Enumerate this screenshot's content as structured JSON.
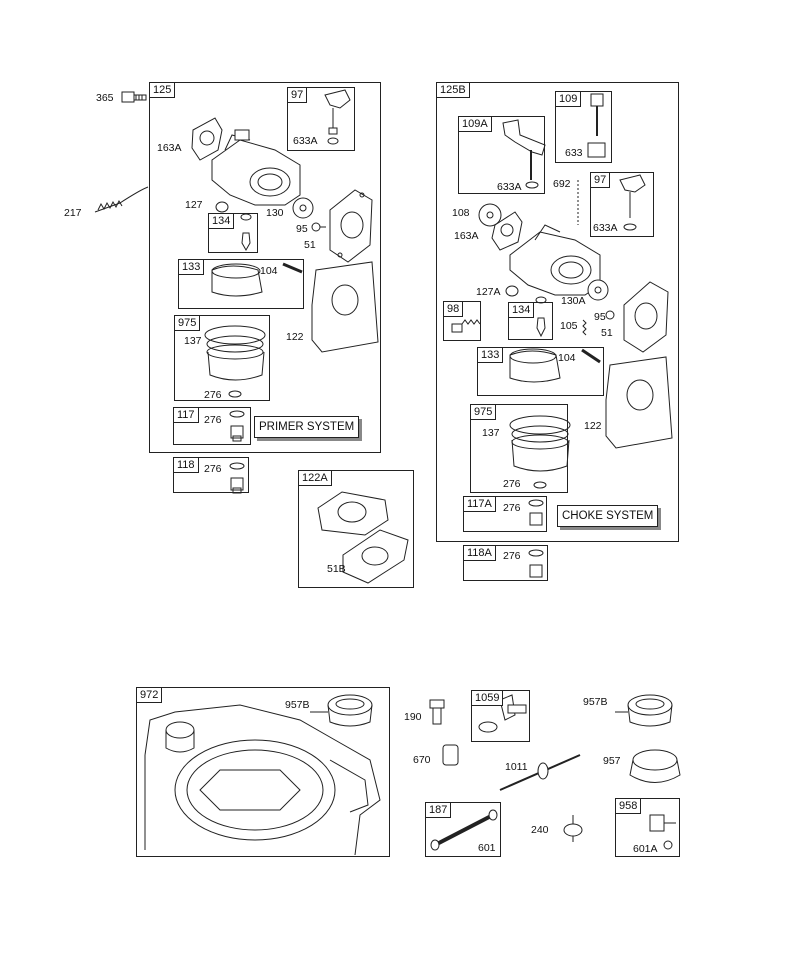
{
  "primer": {
    "box_tag": "125",
    "system_label": "PRIMER SYSTEM",
    "callouts": {
      "p365": "365",
      "p217": "217",
      "p163A": "163A",
      "p97": "97",
      "p633A": "633A",
      "p127": "127",
      "p134": "134",
      "p130": "130",
      "p95": "95",
      "p51": "51",
      "p133": "133",
      "p104": "104",
      "p975": "975",
      "p137": "137",
      "p276": "276",
      "p122": "122",
      "p117": "117",
      "p276b": "276",
      "p118": "118",
      "p276c": "276"
    }
  },
  "gasket": {
    "box_tag": "122A",
    "callouts": {
      "p51B": "51B"
    }
  },
  "choke": {
    "box_tag": "125B",
    "system_label": "CHOKE SYSTEM",
    "callouts": {
      "p109": "109",
      "p633": "633",
      "p109A": "109A",
      "p633A": "633A",
      "p692": "692",
      "p97": "97",
      "p633Ab": "633A",
      "p108": "108",
      "p163A": "163A",
      "p127A": "127A",
      "p130A": "130A",
      "p95": "95",
      "p51": "51",
      "p98": "98",
      "p134": "134",
      "p105": "105",
      "p133": "133",
      "p104": "104",
      "p975": "975",
      "p137": "137",
      "p122": "122",
      "p276": "276",
      "p117A": "117A",
      "p276b": "276",
      "p118A": "118A",
      "p276c": "276"
    }
  },
  "tank": {
    "callouts": {
      "p972": "972",
      "p957B": "957B",
      "p190": "190",
      "p1059": "1059",
      "p957Bb": "957B",
      "p670": "670",
      "p1011": "1011",
      "p957": "957",
      "p187": "187",
      "p240": "240",
      "p601": "601",
      "p958": "958",
      "p601A": "601A"
    }
  }
}
